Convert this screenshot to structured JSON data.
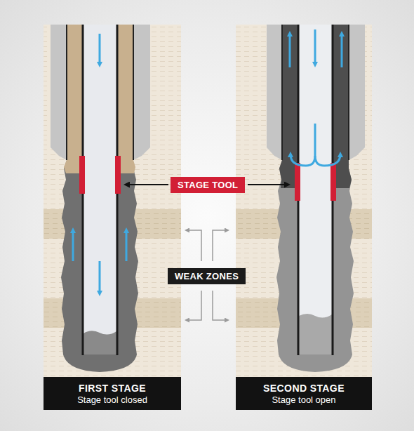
{
  "diagram": {
    "nodes": [
      {
        "text": [
          "STAGE TOOL"
        ]
      },
      {
        "text": [
          "WEAK ZONES"
        ]
      },
      {
        "text": [
          "FIRST STAGE",
          "Stage tool closed"
        ]
      },
      {
        "text": [
          "SECOND STAGE",
          "Stage tool open"
        ]
      }
    ]
  }
}
